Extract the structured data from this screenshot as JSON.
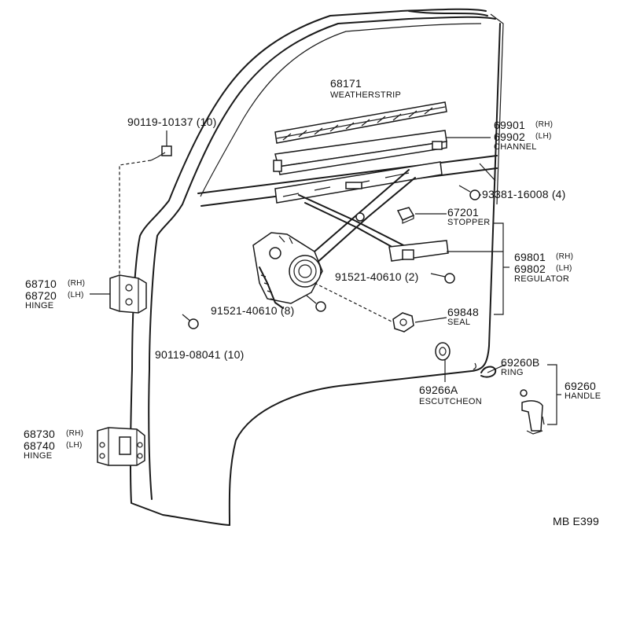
{
  "labels": {
    "weatherstrip_num": "68171",
    "weatherstrip_cap": "WEATHERSTRIP",
    "bolt_top_num": "90119-10137 (10)",
    "channel_rh": "69901",
    "channel_rh_tag": "(RH)",
    "channel_lh": "69902",
    "channel_lh_tag": "(LH)",
    "channel_cap": "CHANNEL",
    "bolt_right_num": "93381-16008 (4)",
    "stopper_num": "67201",
    "stopper_cap": "STOPPER",
    "regulator_rh": "69801",
    "regulator_rh_tag": "(RH)",
    "regulator_lh": "69802",
    "regulator_lh_tag": "(LH)",
    "regulator_cap": "REGULATOR",
    "bolt_mid_num": "91521-40610 (2)",
    "bolt_left_num": "91521-40610 (8)",
    "seal_num": "69848",
    "seal_cap": "SEAL",
    "bolt_lower_num": "90119-08041 (10)",
    "hinge_upper_rh": "68710",
    "hinge_upper_rh_tag": "(RH)",
    "hinge_upper_lh": "68720",
    "hinge_upper_lh_tag": "(LH)",
    "hinge_upper_cap": "HINGE",
    "ring_num": "69260B",
    "ring_cap": "RING",
    "handle_num": "69260",
    "handle_cap": "HANDLE",
    "escutcheon_num": "69266A",
    "escutcheon_cap": "ESCUTCHEON",
    "hinge_lower_rh": "68730",
    "hinge_lower_rh_tag": "(RH)",
    "hinge_lower_lh": "68740",
    "hinge_lower_lh_tag": "(LH)",
    "hinge_lower_cap": "HINGE",
    "ref_code": "MB  E399"
  }
}
